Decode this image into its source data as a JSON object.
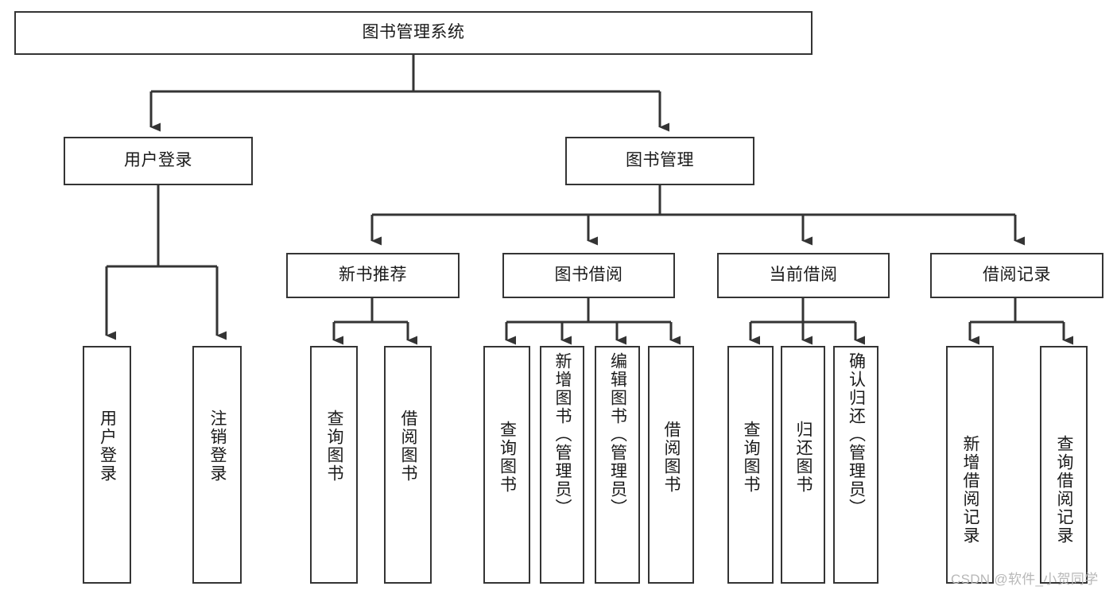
{
  "diagram": {
    "type": "tree-hierarchy",
    "title": "图书管理系统",
    "root": {
      "label": "图书管理系统"
    },
    "level2": [
      {
        "label": "用户登录"
      },
      {
        "label": "图书管理"
      }
    ],
    "level3": [
      {
        "label": "新书推荐"
      },
      {
        "label": "图书借阅"
      },
      {
        "label": "当前借阅"
      },
      {
        "label": "借阅记录"
      }
    ],
    "leaves": {
      "user_login": [
        {
          "label": "用户登录"
        },
        {
          "label": "注销登录"
        }
      ],
      "new_book_recommend": [
        {
          "label": "查询图书"
        },
        {
          "label": "借阅图书"
        }
      ],
      "book_borrow": [
        {
          "label": "查询图书"
        },
        {
          "label": "新增图书（管理员）"
        },
        {
          "label": "编辑图书（管理员）"
        },
        {
          "label": "借阅图书"
        }
      ],
      "current_borrow": [
        {
          "label": "查询图书"
        },
        {
          "label": "归还图书"
        },
        {
          "label": "确认归还（管理员）"
        }
      ],
      "borrow_records": [
        {
          "label": "新增借阅记录"
        },
        {
          "label": "查询借阅记录"
        }
      ]
    }
  },
  "watermark": {
    "text": "CSDN @软件_小贺同学"
  },
  "colors": {
    "border": "#343434",
    "background": "#ffffff",
    "text": "#1a1a1a",
    "watermark": "#b8b8b8"
  }
}
